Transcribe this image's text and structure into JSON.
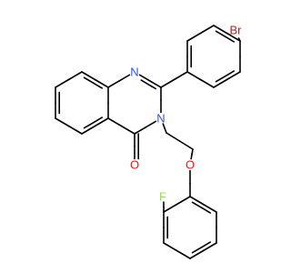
{
  "colors": {
    "bond": "#000000",
    "carbon": "#000000",
    "nitrogen": "#3050F8",
    "oxygen": "#FF0D0D",
    "fluorine": "#90E050",
    "bromine": "#A62929",
    "background": "#FFFFFF"
  },
  "atom_labels": [
    {
      "id": "n1",
      "text": "N",
      "element": "nitrogen"
    },
    {
      "id": "n3",
      "text": "N",
      "element": "nitrogen"
    },
    {
      "id": "o_carbonyl",
      "text": "O",
      "element": "oxygen"
    },
    {
      "id": "o_ether",
      "text": "O",
      "element": "oxygen"
    },
    {
      "id": "f",
      "text": "F",
      "element": "fluorine"
    },
    {
      "id": "br",
      "text": "Br",
      "element": "bromine"
    }
  ]
}
